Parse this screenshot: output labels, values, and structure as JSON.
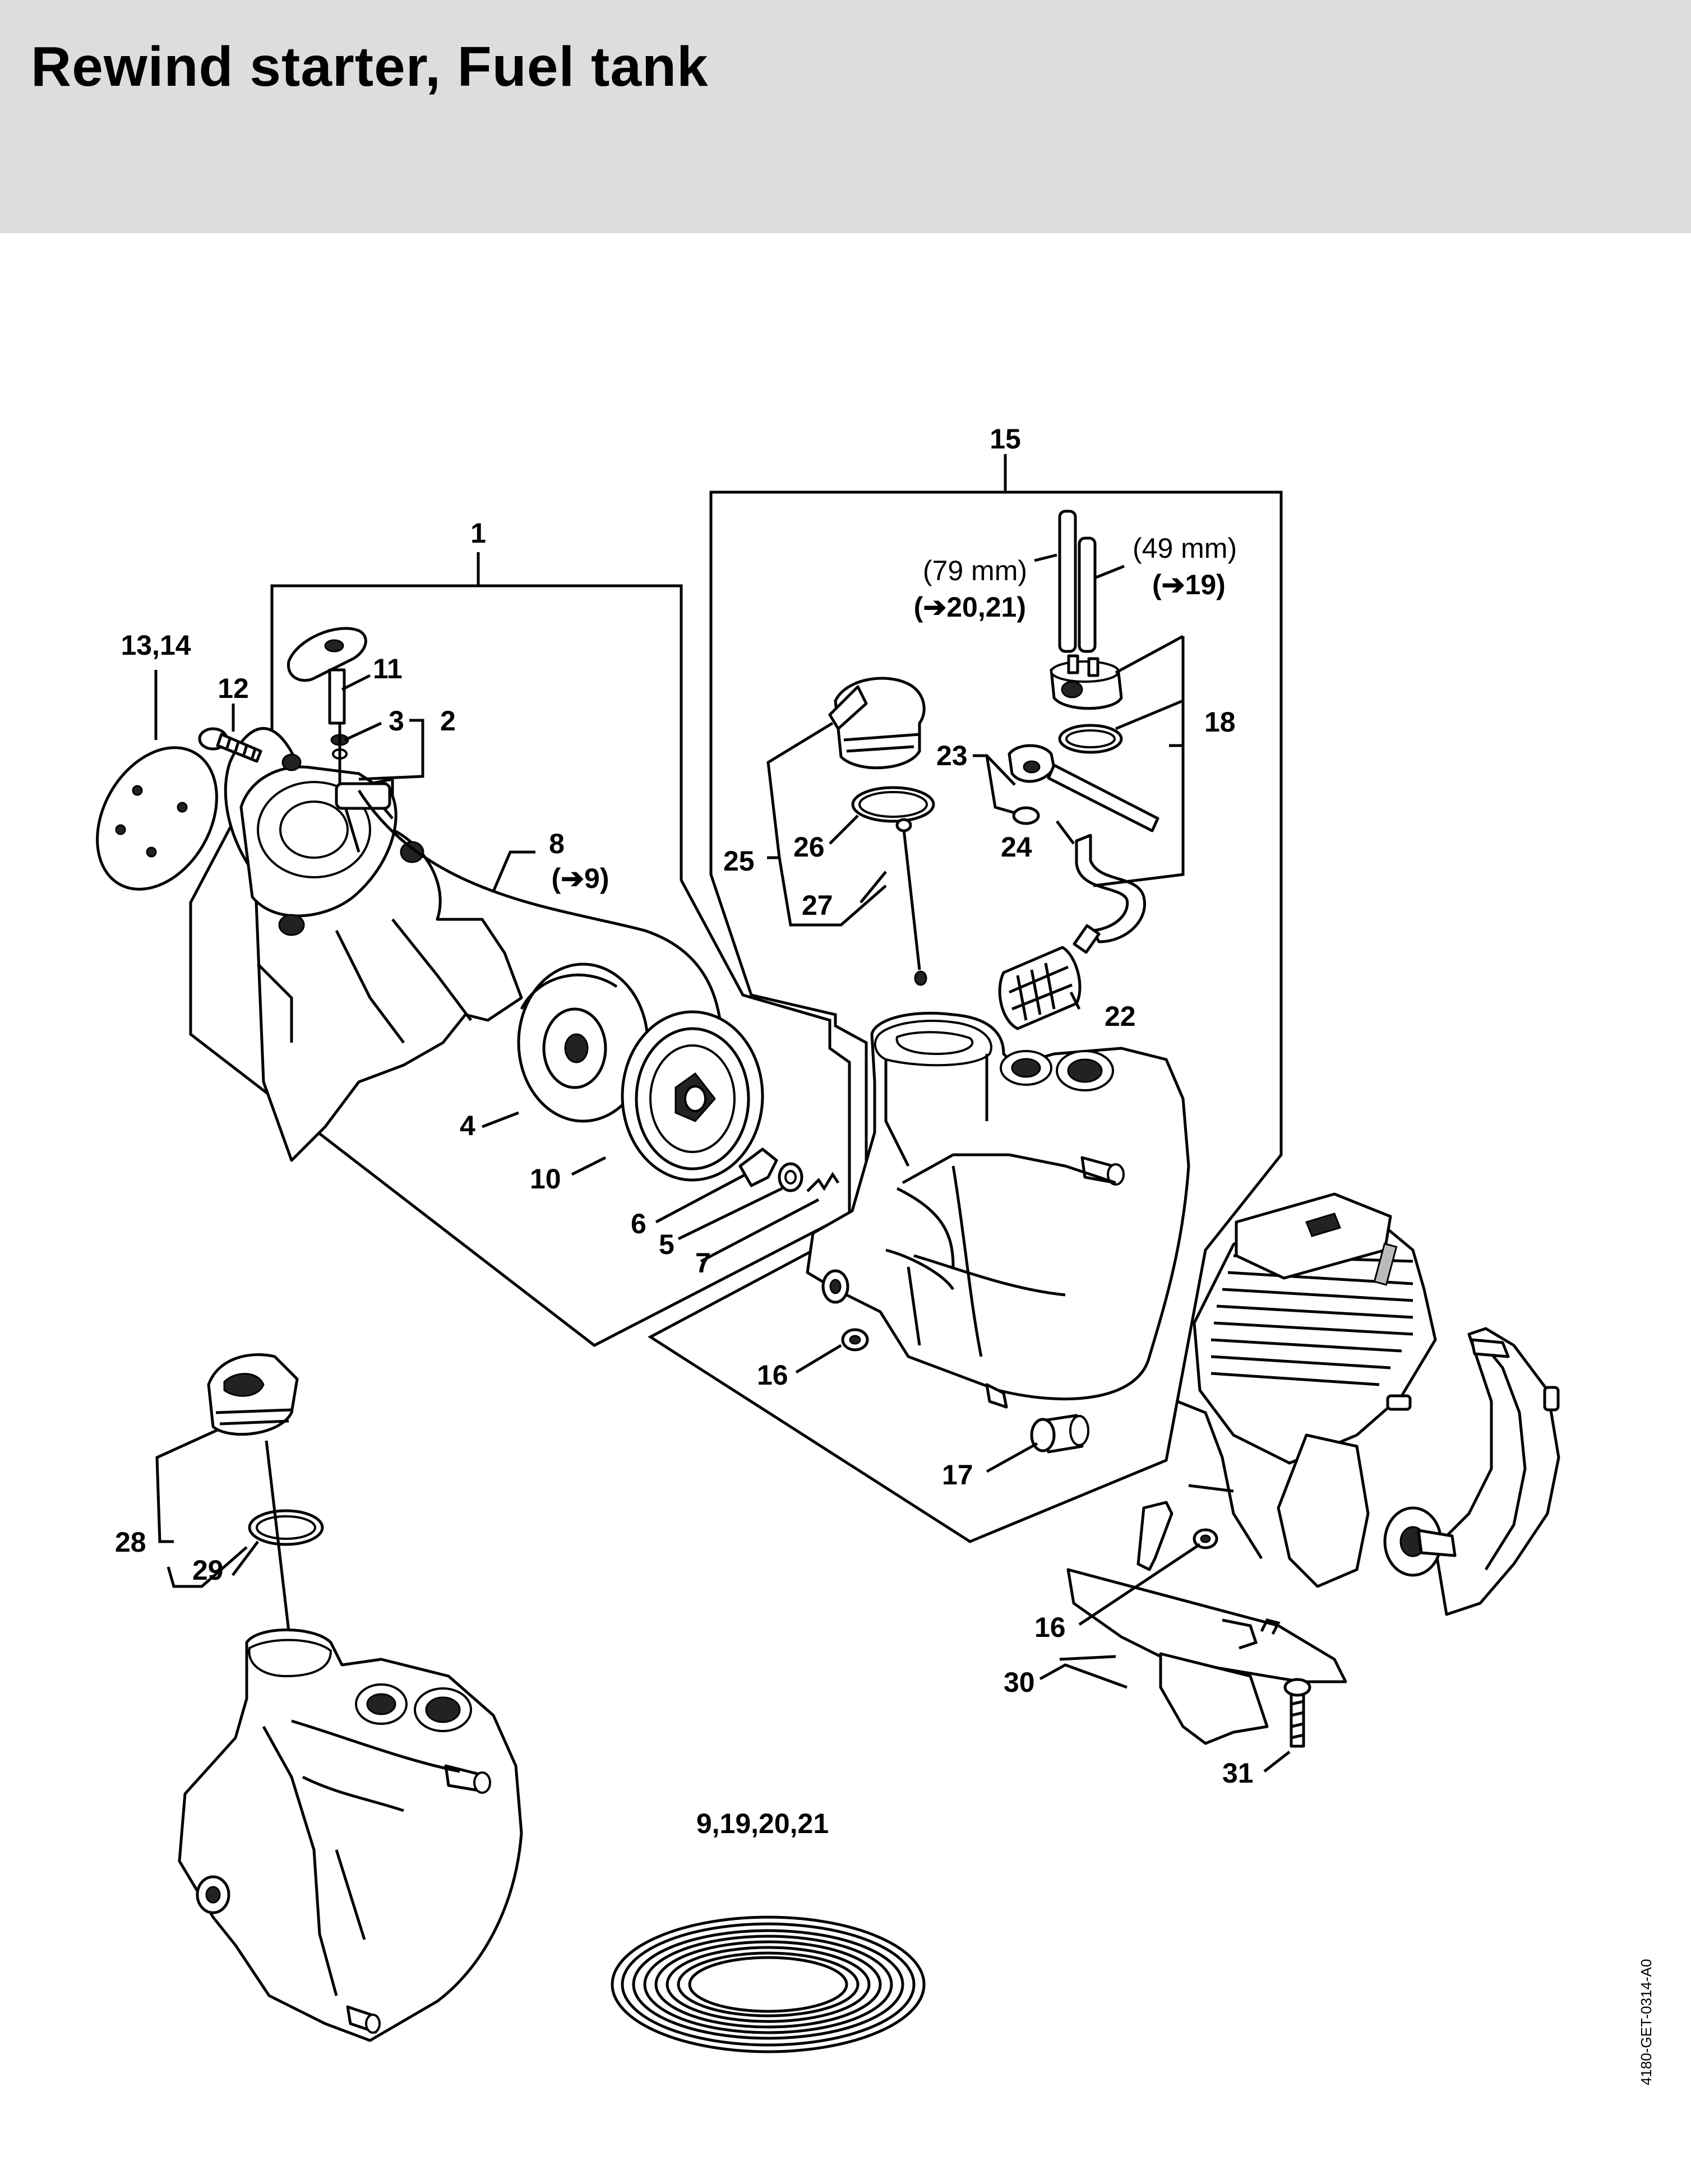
{
  "title": "Rewind starter, Fuel tank",
  "doc_code": "4180-GET-0314-A0",
  "labels": {
    "l1": "1",
    "l2": "2",
    "l3": "3",
    "l4": "4",
    "l5": "5",
    "l6": "6",
    "l7": "7",
    "l8": "8",
    "l8ref": "(➔9)",
    "l10": "10",
    "l11": "11",
    "l12": "12",
    "l13_14": "13,14",
    "l15": "15",
    "l16a": "16",
    "l16b": "16",
    "l17": "17",
    "l18": "18",
    "l79": "(79 mm)",
    "l79ref": "(➔20,21)",
    "l49": "(49 mm)",
    "l49ref": "(➔19)",
    "l22": "22",
    "l23": "23",
    "l24": "24",
    "l25": "25",
    "l26": "26",
    "l27": "27",
    "l28": "28",
    "l29": "29",
    "l30": "30",
    "l31": "31",
    "l9_19_20_21": "9,19,20,21"
  },
  "icons": [
    "starter-housing-icon",
    "starter-grip-icon",
    "rope-rotor-icon",
    "rewind-spring-icon",
    "fuel-tank-icon",
    "fuel-cap-icon",
    "fuel-filter-icon",
    "engine-icon",
    "hose-coil-icon"
  ]
}
